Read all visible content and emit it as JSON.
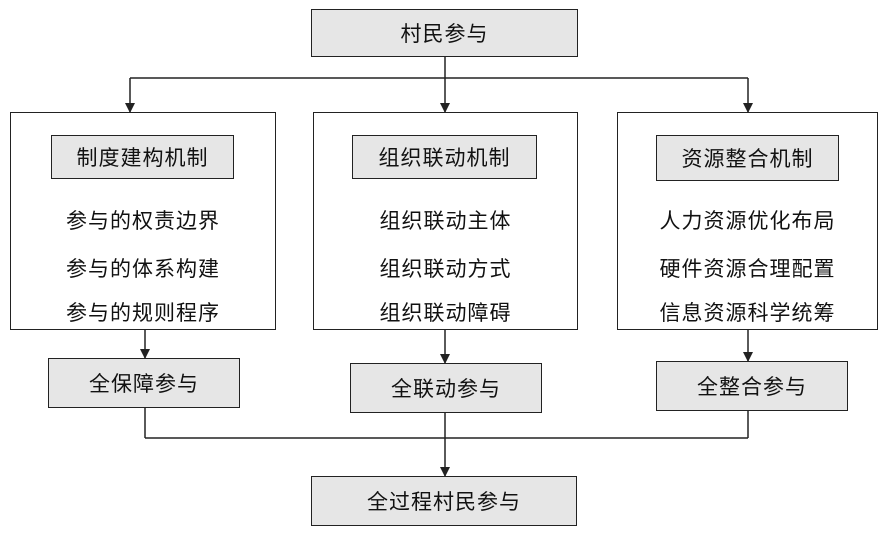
{
  "top": "村民参与",
  "mechanisms": [
    {
      "title": "制度建构机制",
      "items": [
        "参与的权责边界",
        "参与的体系构建",
        "参与的规则程序"
      ],
      "outcome": "全保障参与"
    },
    {
      "title": "组织联动机制",
      "items": [
        "组织联动主体",
        "组织联动方式",
        "组织联动障碍"
      ],
      "outcome": "全联动参与"
    },
    {
      "title": "资源整合机制",
      "items": [
        "人力资源优化布局",
        "硬件资源合理配置",
        "信息资源科学统筹"
      ],
      "outcome": "全整合参与"
    }
  ],
  "bottom": "全过程村民参与"
}
